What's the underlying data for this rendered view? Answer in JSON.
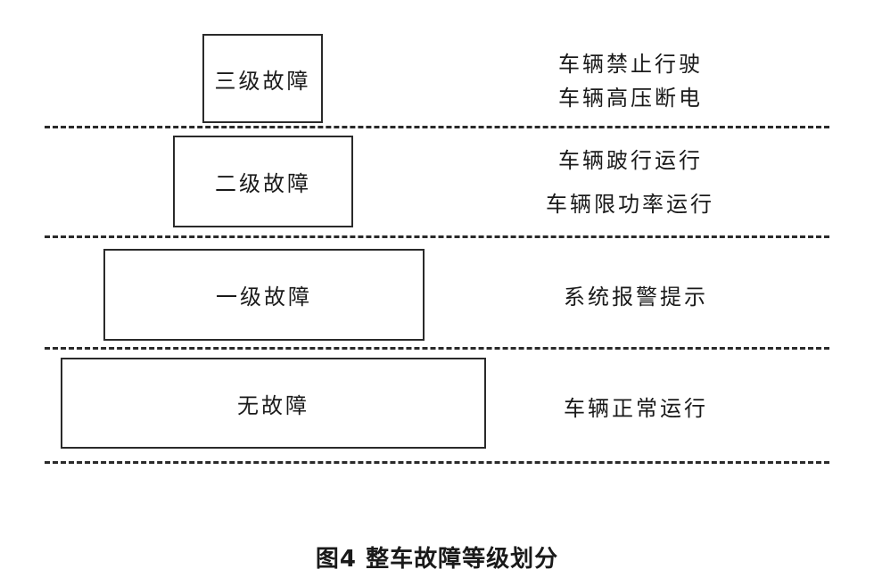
{
  "levels": [
    {
      "label": "三级故障",
      "descriptions": [
        "车辆禁止行驶",
        "车辆高压断电"
      ]
    },
    {
      "label": "二级故障",
      "descriptions": [
        "车辆跛行运行",
        "车辆限功率运行"
      ]
    },
    {
      "label": "一级故障",
      "descriptions": [
        "系统报警提示"
      ]
    },
    {
      "label": "无故障",
      "descriptions": [
        "车辆正常运行"
      ]
    }
  ],
  "caption": "图4  整车故障等级划分"
}
